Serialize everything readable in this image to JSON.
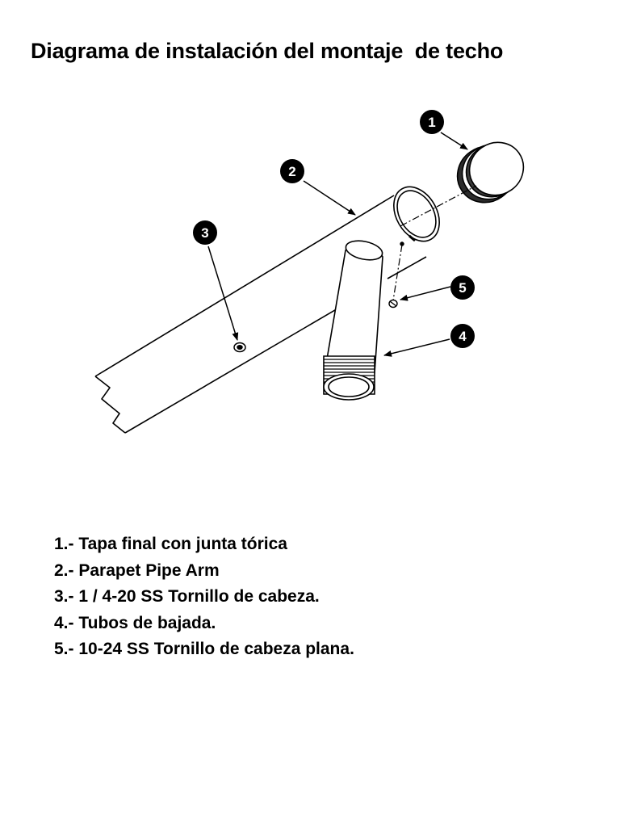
{
  "title": "Diagrama de instalación del montaje  de techo",
  "callouts": [
    {
      "number": "1"
    },
    {
      "number": "2"
    },
    {
      "number": "3"
    },
    {
      "number": "4"
    },
    {
      "number": "5"
    }
  ],
  "parts": [
    "1.- Tapa final con junta tórica",
    "2.- Parapet Pipe Arm",
    "3.- 1 / 4-20 SS Tornillo de cabeza.",
    "4.- Tubos de bajada.",
    "5.- 10-24 SS Tornillo de cabeza plana."
  ]
}
